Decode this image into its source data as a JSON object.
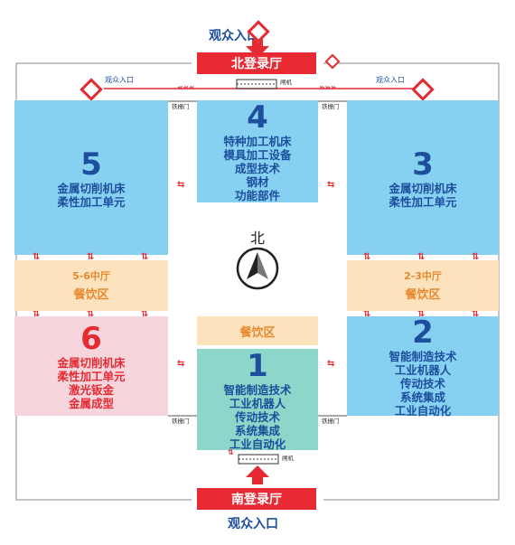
{
  "entrances": {
    "north_main": "观众入口",
    "south_main": "观众入口",
    "north_left": "观众入口",
    "north_right": "观众入口"
  },
  "lobbies": {
    "north": "北登录厅",
    "south": "南登录厅"
  },
  "compass": {
    "label": "北"
  },
  "gates": {
    "turnstile_label": "铁栅门",
    "gate_label": "闸机"
  },
  "halls": {
    "h5": {
      "number": "5",
      "lines": [
        "金属切削机床",
        "柔性加工单元"
      ]
    },
    "h4": {
      "number": "4",
      "lines": [
        "特种加工机床",
        "模具加工设备",
        "成型技术",
        "钢材",
        "功能部件"
      ]
    },
    "h3": {
      "number": "3",
      "lines": [
        "金属切削机床",
        "柔性加工单元"
      ]
    },
    "h56": {
      "lines": [
        "5-6中厅",
        "餐饮区"
      ]
    },
    "h23": {
      "lines": [
        "2-3中厅",
        "餐饮区"
      ]
    },
    "h6": {
      "number": "6",
      "lines": [
        "金属切削机床",
        "柔性加工单元",
        "激光钣金",
        "金属成型"
      ]
    },
    "dining_center": {
      "label": "餐饮区"
    },
    "h1": {
      "number": "1",
      "lines": [
        "智能制造技术",
        "工业机器人",
        "传动技术",
        "系统集成",
        "工业自动化"
      ]
    },
    "h2": {
      "number": "2",
      "lines": [
        "智能制造技术",
        "工业机器人",
        "传动技术",
        "系统集成",
        "工业自动化"
      ]
    }
  },
  "colors": {
    "blue_hall": "#86d0f2",
    "cream_zone": "#fde3bd",
    "pink_hall": "#f6d5dc",
    "teal_hall": "#8dd6c9",
    "red_accent": "#e82a33",
    "blue_text": "#1d4f9c"
  }
}
